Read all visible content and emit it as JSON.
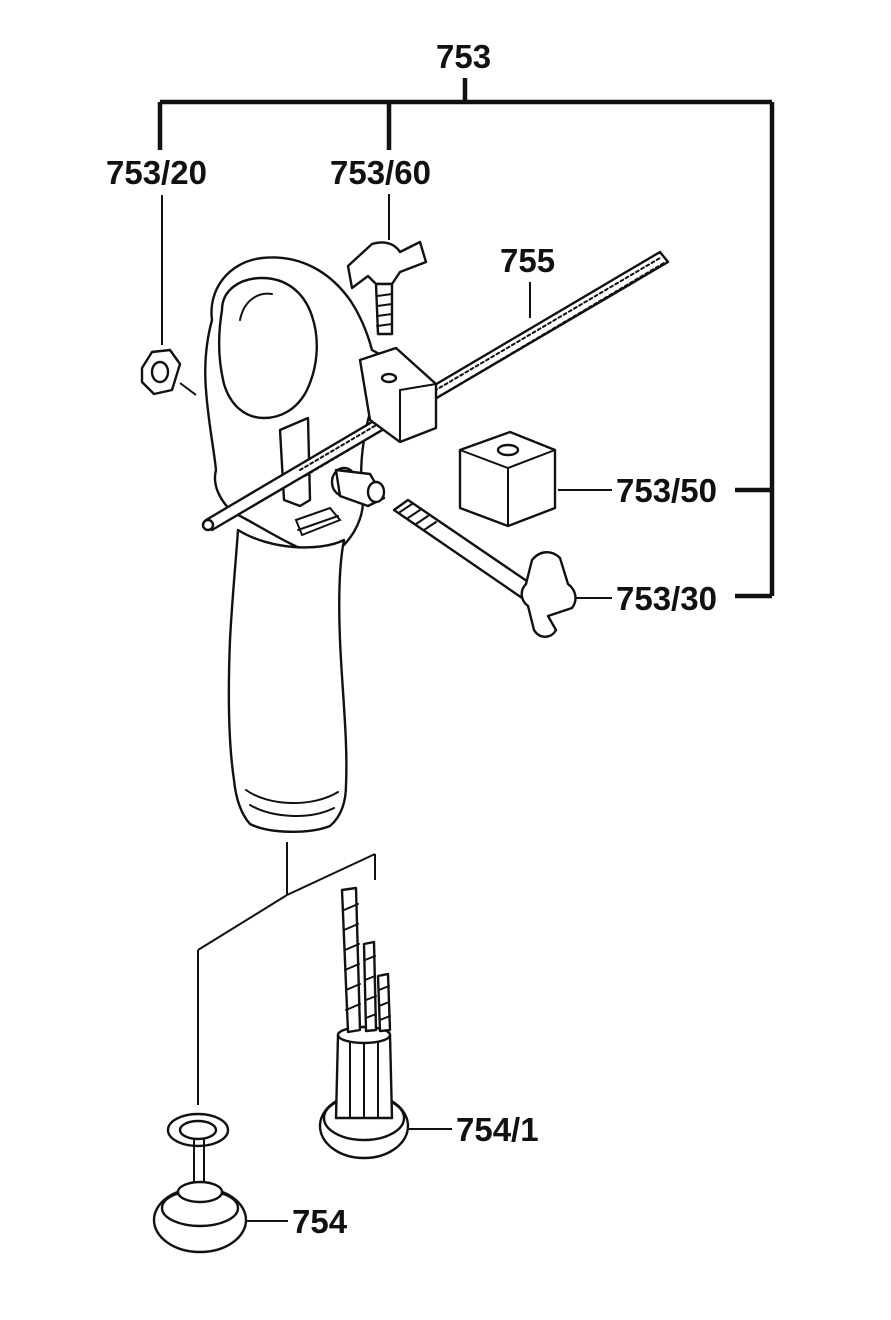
{
  "diagram": {
    "labels": {
      "p753": "753",
      "p753_20": "753/20",
      "p753_60": "753/60",
      "p755": "755",
      "p753_50": "753/50",
      "p753_30": "753/30",
      "p754_1": "754/1",
      "p754": "754"
    },
    "parts": [
      {
        "id": "handle",
        "icon": "side-handle-icon"
      },
      {
        "id": "753/20",
        "icon": "hex-nut-icon"
      },
      {
        "id": "753/60",
        "icon": "wing-screw-icon"
      },
      {
        "id": "755",
        "icon": "depth-stop-rod-icon"
      },
      {
        "id": "753/50",
        "icon": "clamp-block-icon"
      },
      {
        "id": "753/30",
        "icon": "wing-bolt-icon"
      },
      {
        "id": "754/1",
        "icon": "drill-bit-holder-icon"
      },
      {
        "id": "754",
        "icon": "bit-holder-base-icon"
      }
    ]
  }
}
